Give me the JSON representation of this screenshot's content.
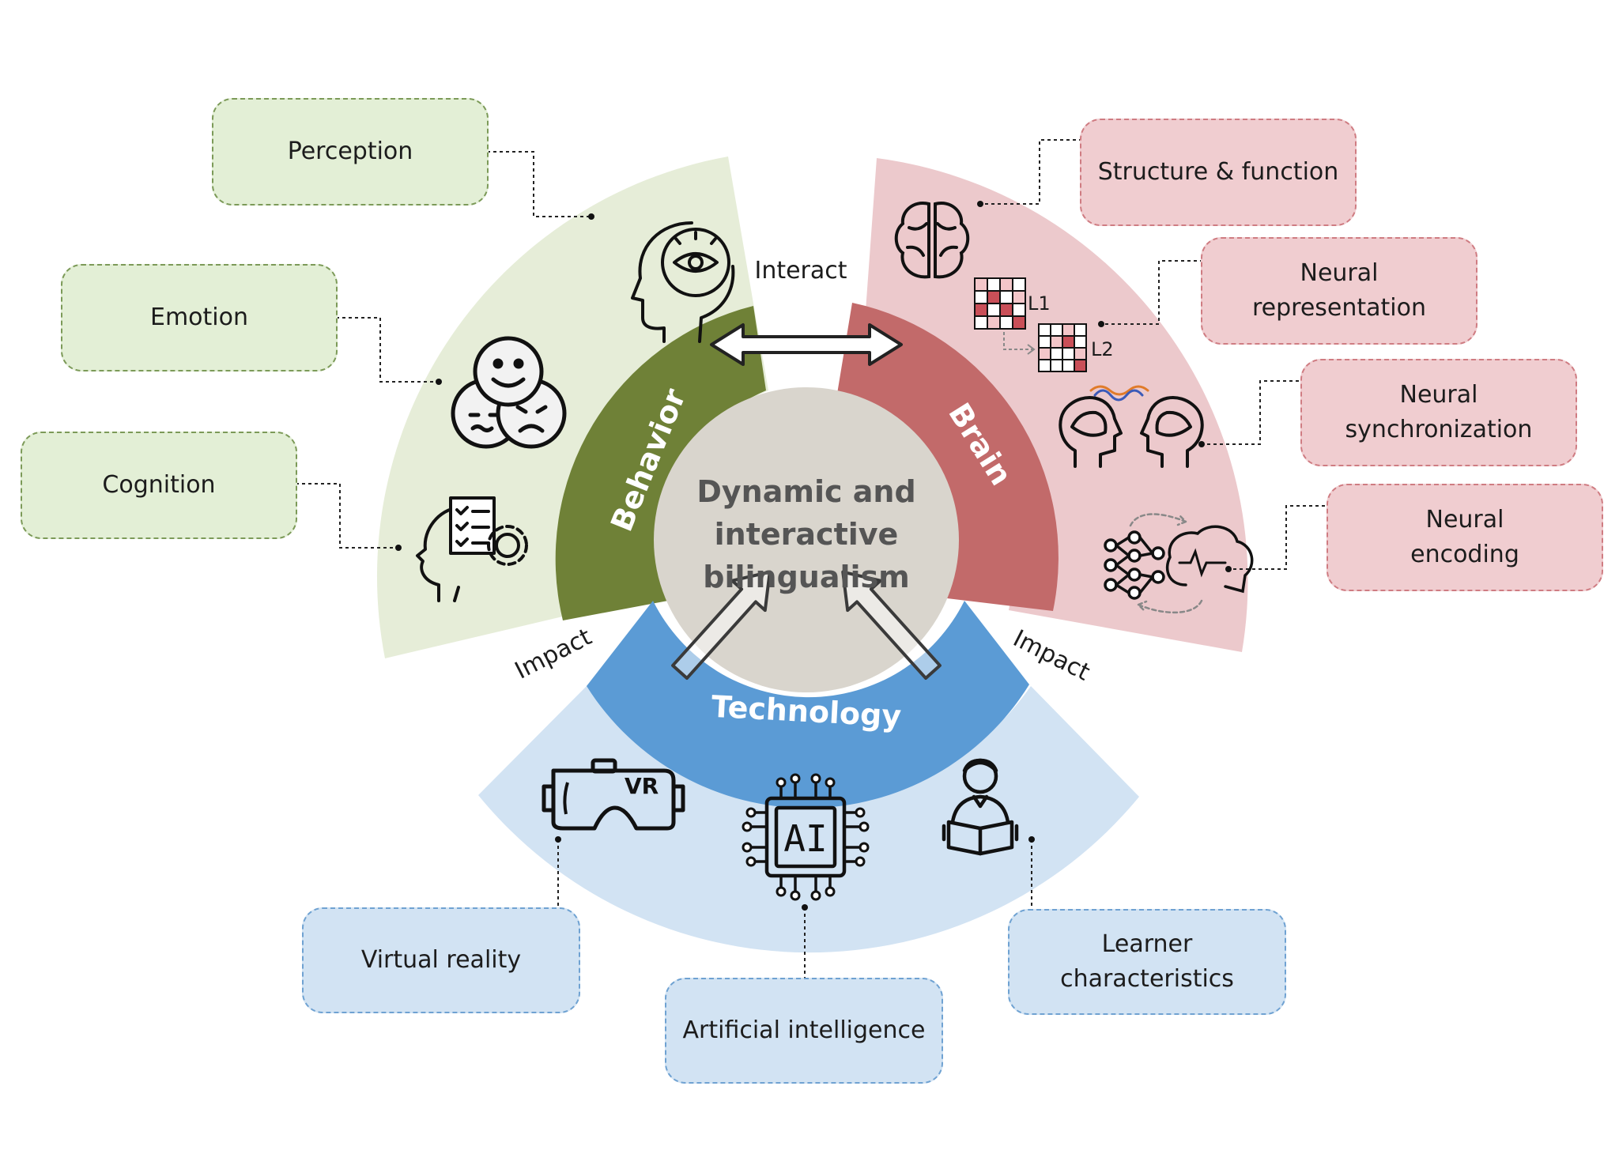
{
  "center": {
    "line1": "Dynamic and",
    "line2": "interactive",
    "line3": "bilingualism"
  },
  "sectors": {
    "behavior": {
      "label": "Behavior",
      "outer_color": "#e6edd8",
      "inner_color": "#6f8137"
    },
    "brain": {
      "label": "Brain",
      "outer_color": "#ecc9cc",
      "inner_color": "#c26a6a"
    },
    "technology": {
      "label": "Technology",
      "outer_color": "#d2e3f3",
      "inner_color": "#5b9bd5"
    }
  },
  "relations": {
    "interact": "Interact",
    "impact_left": "Impact",
    "impact_right": "Impact"
  },
  "behavior_boxes": [
    {
      "icon": "eye-head-icon",
      "lines": [
        "Perception"
      ]
    },
    {
      "icon": "emotion-faces-icon",
      "lines": [
        "Emotion"
      ]
    },
    {
      "icon": "cognition-head-icon",
      "lines": [
        "Cognition"
      ]
    }
  ],
  "brain_boxes": [
    {
      "icon": "brain-icon",
      "lines": [
        "Structure & function"
      ]
    },
    {
      "icon": "matrix-icon",
      "lines": [
        "Neural",
        "representation"
      ]
    },
    {
      "icon": "two-heads-icon",
      "lines": [
        "Neural",
        "synchronization"
      ]
    },
    {
      "icon": "network-brain-icon",
      "lines": [
        "Neural",
        "encoding"
      ]
    }
  ],
  "matrix_labels": {
    "l1": "L1",
    "l2": "L2"
  },
  "technology_boxes": [
    {
      "icon": "vr-headset-icon",
      "icon_text": "VR",
      "lines": [
        "Virtual reality"
      ]
    },
    {
      "icon": "ai-chip-icon",
      "icon_text": "AI",
      "lines": [
        "Artificial intelligence"
      ]
    },
    {
      "icon": "learner-icon",
      "lines": [
        "Learner",
        "characteristics"
      ]
    }
  ],
  "colors": {
    "center_fill": "#d9d5cd",
    "center_text": "#555555",
    "green_box": "#e3efd6",
    "red_box": "#f0cdd0",
    "blue_box": "#d2e3f3",
    "matrix_red": "#c94f58",
    "matrix_pink": "#f3c6c9"
  }
}
